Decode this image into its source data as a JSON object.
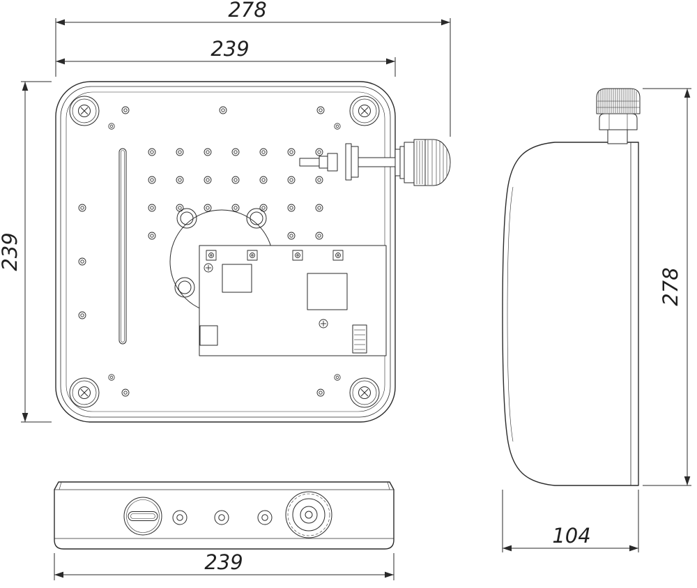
{
  "drawing": {
    "background_color": "#ffffff",
    "line_color": "#2a2a2a"
  },
  "dimensions": {
    "front_overall_width": "278",
    "front_body_width": "239",
    "front_body_height": "239",
    "side_overall_height": "278",
    "side_depth": "104",
    "bottom_body_width": "239"
  }
}
